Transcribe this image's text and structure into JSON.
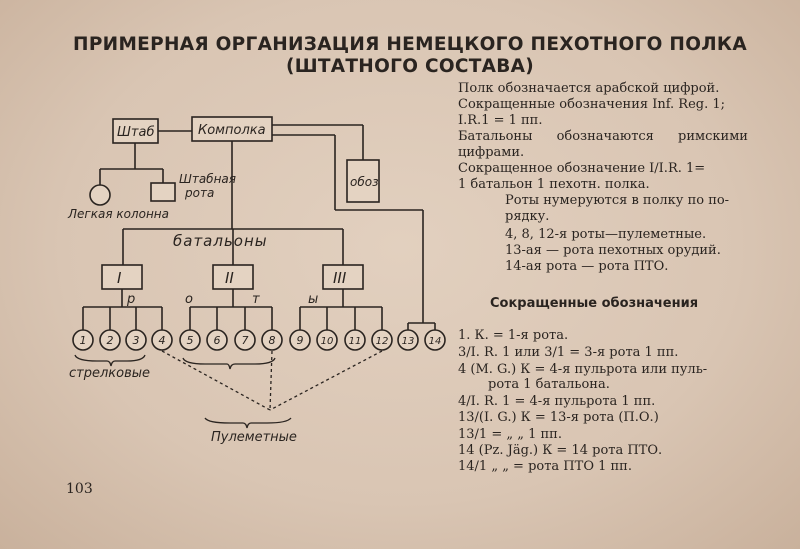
{
  "title": {
    "line1": "ПРИМЕРНАЯ ОРГАНИЗАЦИЯ НЕМЕЦКОГО ПЕХОТНОГО ПОЛКА",
    "line2": "(ШТАТНОГО СОСТАВА)"
  },
  "diagram": {
    "shtab": "Штаб",
    "kompolka": "Комполка",
    "oboz": "обоз",
    "shtabnaya_rota_1": "Штабная",
    "shtabnaya_rota_2": "рота",
    "legkaya_kolonna": "Легкая колонна",
    "batalony": "батальоны",
    "batalions": [
      "I",
      "II",
      "III"
    ],
    "rota_letters": [
      "р",
      "о",
      "т",
      "ы"
    ],
    "companies": [
      "1",
      "2",
      "3",
      "4",
      "5",
      "6",
      "7",
      "8",
      "9",
      "10",
      "11",
      "12",
      "13",
      "14"
    ],
    "strelkovye": "стрелковые",
    "pulemetnye": "Пулеметные"
  },
  "notes": {
    "l1": "Полк обозначается арабской цифрой.",
    "l2": "Сокращенные обозначения Inf. Reg. 1;",
    "l3": "I.R.1 = 1 пп.",
    "l4a": "Батальоны",
    "l4b": "обозначаются",
    "l4c": "римскими",
    "l5": "цифрами.",
    "l6": "Сокращенное обозначение I/I.R. 1=",
    "l7": "1 батальон 1 пехотн. полка.",
    "l8": "Роты нумеруются в полку по по-",
    "l9": "рядку.",
    "l10": "4, 8, 12-я роты—пулеметные.",
    "l11": "13-ая — рота пехотных орудий.",
    "l12": "14-ая рота — рота ПТО."
  },
  "abbr_heading": "Сокращенные обозначения",
  "abbreviations": [
    "1. К. = 1-я рота.",
    "3/I. R. 1 или 3/1 = 3-я рота 1 пп.",
    "4 (M. G.) К = 4-я пульрота или пуль-",
    "рота 1 батальона.",
    "4/I. R. 1 = 4-я пульрота 1 пп.",
    "13/(I. G.) К = 13-я рота (П.О.)",
    "13/1 = „ „ 1 пп.",
    "14 (Pz. Jäg.) К = 14 рота ПТО.",
    "14/1 „ „ = рота ПТО 1 пп."
  ],
  "page_number": "103"
}
